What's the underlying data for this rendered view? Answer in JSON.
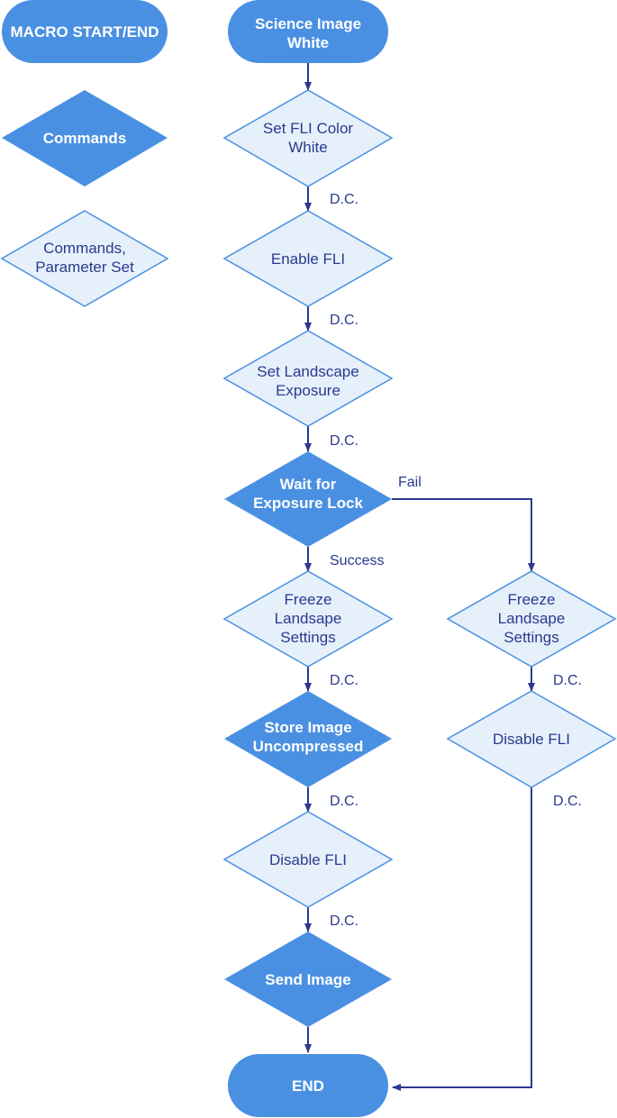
{
  "colors": {
    "solid_fill": "#4a90e2",
    "light_fill": "#e6f0fa",
    "light_stroke": "#4a90e2",
    "arrow": "#2a3a8e",
    "light_text": "#2a3a8e",
    "solid_text": "#ffffff"
  },
  "legend": {
    "macro": "MACRO START/END",
    "commands": "Commands",
    "commands_params": [
      "Commands,",
      "Parameter Set"
    ]
  },
  "nodes": {
    "start": [
      "Science Image",
      "White"
    ],
    "set_color": [
      "Set FLI Color",
      "White"
    ],
    "enable_fli": [
      "Enable FLI"
    ],
    "set_exposure": [
      "Set Landscape",
      "Exposure"
    ],
    "wait_lock": [
      "Wait for",
      "Exposure Lock"
    ],
    "freeze_left": [
      "Freeze",
      "Landsape",
      "Settings"
    ],
    "store": [
      "Store Image",
      "Uncompressed"
    ],
    "disable_left": [
      "Disable FLI"
    ],
    "send": [
      "Send Image"
    ],
    "end": [
      "END"
    ],
    "freeze_right": [
      "Freeze",
      "Landsape",
      "Settings"
    ],
    "disable_right": [
      "Disable FLI"
    ]
  },
  "edges": {
    "dc": "D.C.",
    "fail": "Fail",
    "success": "Success"
  }
}
